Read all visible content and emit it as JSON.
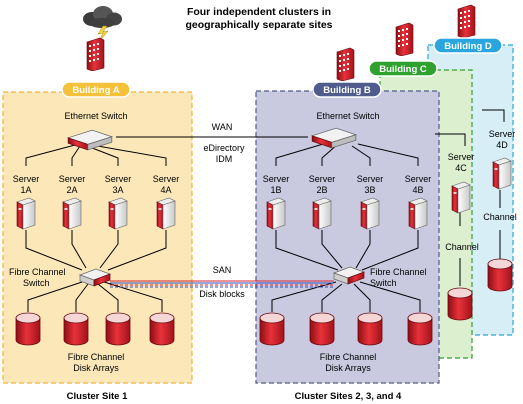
{
  "title_line1": "Four independent clusters in",
  "title_line2": "geographically separate sites",
  "buildings": {
    "a": "Building A",
    "b": "Building B",
    "c": "Building C",
    "d": "Building D"
  },
  "site1": {
    "switch_label": "Ethernet Switch",
    "fc_switch_line1": "Fibre Channel",
    "fc_switch_line2": "Switch",
    "servers": [
      {
        "line1": "Server",
        "line2": "1A"
      },
      {
        "line1": "Server",
        "line2": "2A"
      },
      {
        "line1": "Server",
        "line2": "3A"
      },
      {
        "line1": "Server",
        "line2": "4A"
      }
    ]
  },
  "site2": {
    "switch_label": "Ethernet Switch",
    "fc_switch_line1": "Fibre Channel",
    "fc_switch_line2": "Switch",
    "arrays_line1": "Fibre Channel",
    "arrays_line2": "Disk Arrays",
    "servers": [
      {
        "line1": "Server",
        "line2": "1B"
      },
      {
        "line1": "Server",
        "line2": "2B"
      },
      {
        "line1": "Server",
        "line2": "3B"
      },
      {
        "line1": "Server",
        "line2": "4B"
      }
    ]
  },
  "site3": {
    "server_line1": "Server",
    "server_line2": "4C",
    "channel": "Channel"
  },
  "site4": {
    "server_line1": "Server",
    "server_line2": "4D",
    "channel": "Channel"
  },
  "links": {
    "wan": "WAN",
    "edir_line1": "eDirectory",
    "edir_line2": "IDM",
    "san": "SAN",
    "disk_blocks": "Disk blocks"
  },
  "captions": {
    "site1": "Cluster Site 1",
    "sites234": "Cluster Sites 2, 3, and 4"
  },
  "colors": {
    "site1_bg": "#fbe7b8",
    "site2_bg": "#c9c9e0",
    "site3_bg": "#dcefcf",
    "site4_bg": "#d7eef7",
    "badge_a": "#f5c13a",
    "badge_b": "#4f5b8c",
    "badge_c": "#2ea12e",
    "badge_d": "#29a6de",
    "accent_red": "#d9232e"
  }
}
